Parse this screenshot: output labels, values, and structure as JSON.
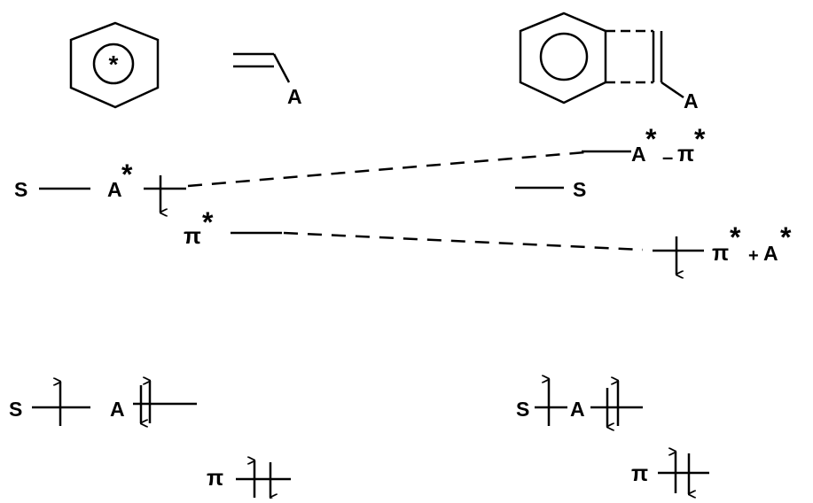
{
  "labels": {
    "left_A": "A",
    "right_A": "A",
    "s_upper_left": "S",
    "a_star_left": "A",
    "a_star_left_sup": "*",
    "pi_star_left": "π",
    "pi_star_left_sup": "*",
    "a_minus_pi_upper": "A",
    "a_minus_pi_star1": "*",
    "a_minus_pi_dash": "–",
    "a_minus_pi_pi": "π",
    "a_minus_pi_star2": "*",
    "s_upper_right": "S",
    "pi_plus_a_pi": "π",
    "pi_plus_a_star1": "*",
    "pi_plus_a_plus": "+",
    "pi_plus_a_A": "A",
    "pi_plus_a_star2": "*",
    "s_lower_left": "S",
    "a_lower_left": "A",
    "pi_lower_left": "π",
    "s_lower_right": "S",
    "a_lower_right": "A",
    "pi_lower_right": "π",
    "ring_star": "*"
  },
  "electrons": {
    "a_star_left": "1 down",
    "pi_star_plus_a_star": "1 down",
    "s_lower_left": "1 up",
    "a_lower_left": "2 (up, down)",
    "pi_lower_left": "2 (up, down)",
    "s_lower_right": "1 up",
    "a_lower_right": "2 (up, down)",
    "pi_lower_right": "2 (up, down)"
  },
  "colors": {
    "ink": "#000000",
    "background": "#ffffff"
  }
}
